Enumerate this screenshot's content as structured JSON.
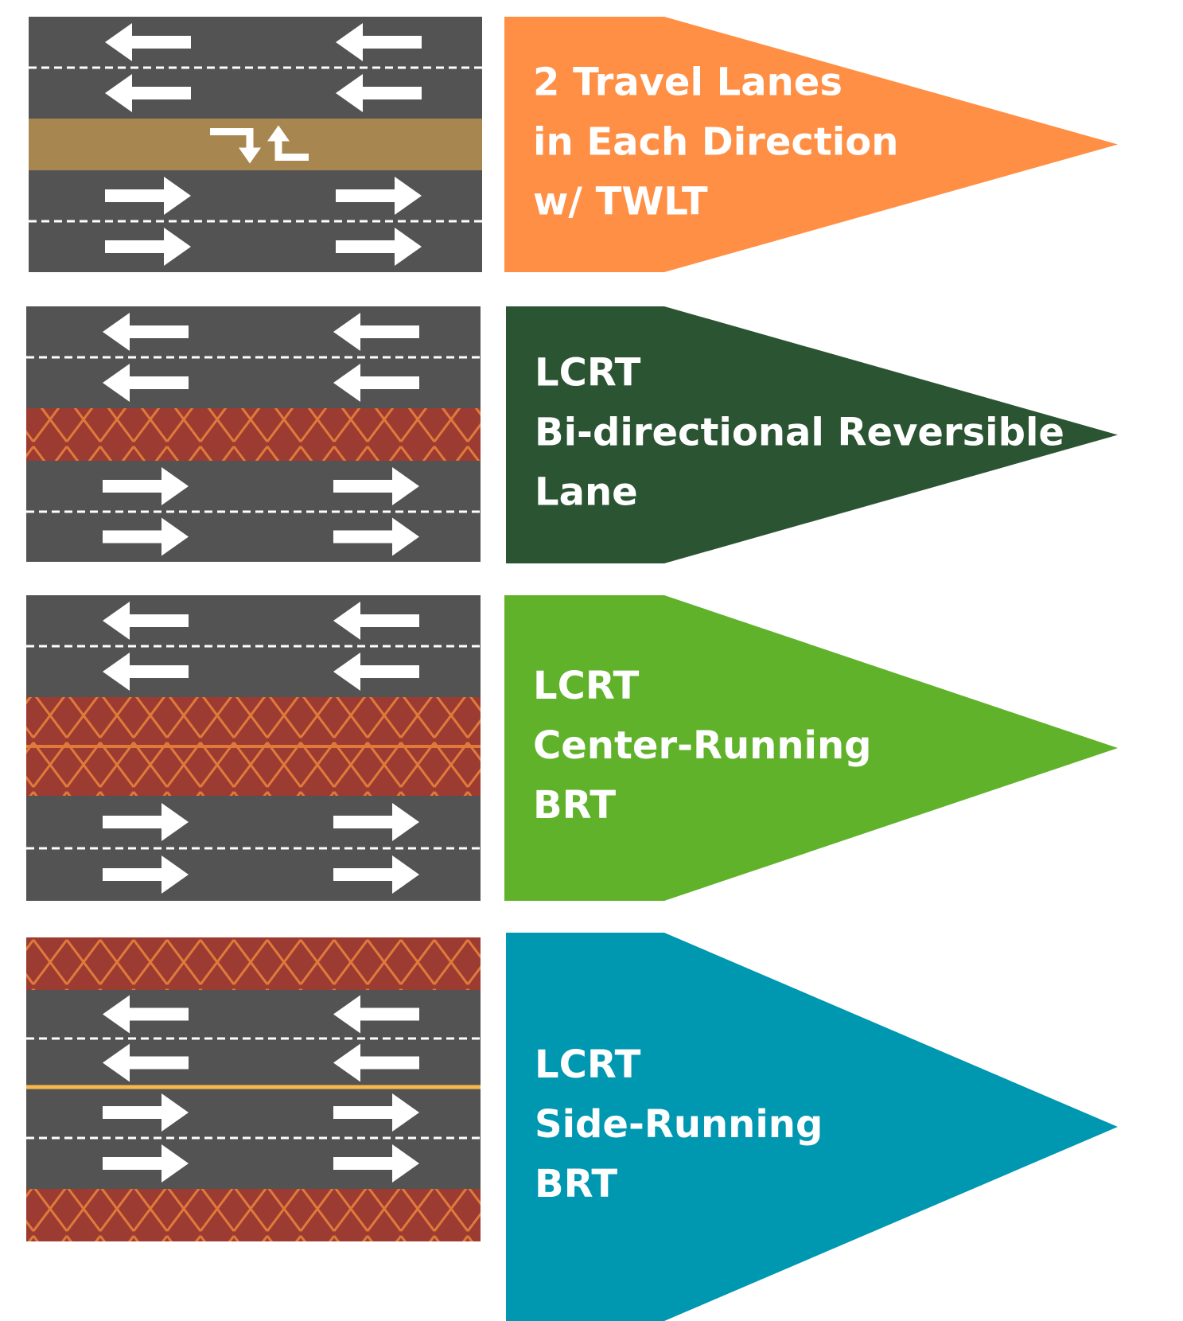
{
  "rows": [
    {
      "id": "twlt",
      "color": "#ff8f45",
      "center_lane": "two-way-left-turn",
      "center_lane_color": "#a8864f",
      "label_lines": [
        "2 Travel Lanes",
        "in Each Direction",
        "w/ TWLT"
      ]
    },
    {
      "id": "reversible",
      "color": "#2b5433",
      "center_lane": "transit-reversible",
      "transit_lane_color": "#9b3b32",
      "label_lines": [
        "LCRT",
        "Bi-directional Reversible",
        "Lane"
      ]
    },
    {
      "id": "center-running",
      "color": "#60b22b",
      "center_lane": "transit-center-two",
      "transit_lane_color": "#9b3b32",
      "label_lines": [
        "LCRT",
        "Center-Running",
        "BRT"
      ]
    },
    {
      "id": "side-running",
      "color": "#0097b1",
      "center_lane": "double-yellow-divider",
      "transit_lane_color": "#9b3b32",
      "divider_color": "#f7b84d",
      "label_lines": [
        "LCRT",
        "Side-Running",
        "BRT"
      ]
    }
  ],
  "road_color": "#535353",
  "hatch_color": "#e07a3a"
}
